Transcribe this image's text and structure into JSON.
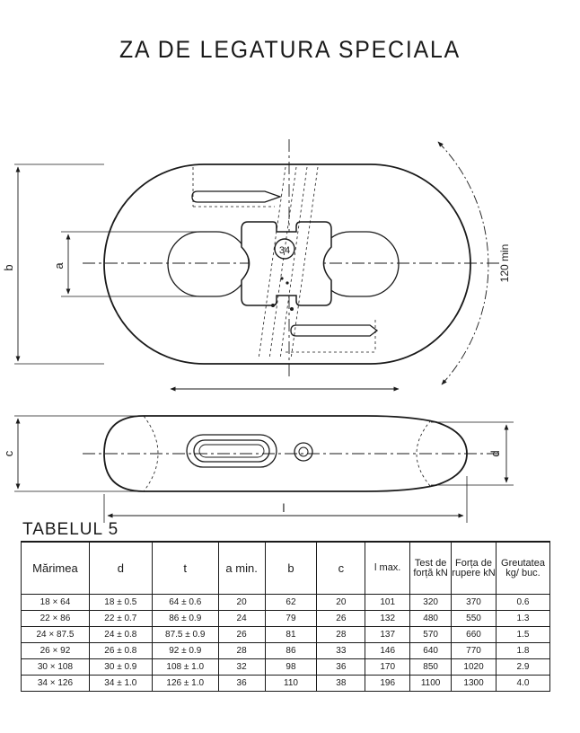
{
  "title": "ZA DE LEGATURA SPECIALA",
  "drawing": {
    "dim_b": "b",
    "dim_a": "a",
    "dim_c": "c",
    "dim_d": "d",
    "dim_l": "l",
    "radius_note": "120 min",
    "mark": "34"
  },
  "table": {
    "title": "TABELUL 5",
    "headers": [
      "Mărimea",
      "d",
      "t",
      "a min.",
      "b",
      "c",
      "l max.",
      "Test de forță kN",
      "Forța de rupere kN",
      "Greutatea kg/ buc."
    ],
    "rows": [
      [
        "18 × 64",
        "18 ± 0.5",
        "64 ± 0.6",
        "20",
        "62",
        "20",
        "101",
        "320",
        "370",
        "0.6"
      ],
      [
        "22 × 86",
        "22 ± 0.7",
        "86 ± 0.9",
        "24",
        "79",
        "26",
        "132",
        "480",
        "550",
        "1.3"
      ],
      [
        "24 × 87.5",
        "24 ± 0.8",
        "87.5 ± 0.9",
        "26",
        "81",
        "28",
        "137",
        "570",
        "660",
        "1.5"
      ],
      [
        "26 × 92",
        "26 ± 0.8",
        "92 ± 0.9",
        "28",
        "86",
        "33",
        "146",
        "640",
        "770",
        "1.8"
      ],
      [
        "30 × 108",
        "30 ± 0.9",
        "108 ± 1.0",
        "32",
        "98",
        "36",
        "170",
        "850",
        "1020",
        "2.9"
      ],
      [
        "34 × 126",
        "34 ± 1.0",
        "126 ± 1.0",
        "36",
        "110",
        "38",
        "196",
        "1100",
        "1300",
        "4.0"
      ]
    ]
  }
}
